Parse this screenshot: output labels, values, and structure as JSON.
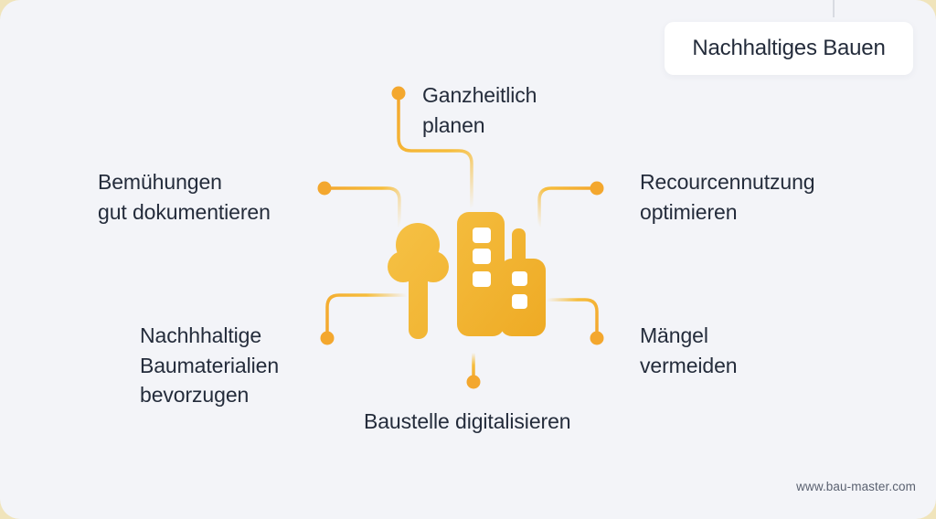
{
  "header": {
    "title": "Nachhaltiges Bauen"
  },
  "diagram": {
    "center_icon": "building-and-tree-icon",
    "labels": {
      "top": "Ganzheitlich\nplanen",
      "left_top": "Bemühungen\ngut dokumentieren",
      "right_top": "Recourcennutzung\noptimieren",
      "left_bottom": "Nachhhaltige\nBaumaterialien\nbevorzugen",
      "right_bottom": "Mängel\nvermeiden",
      "bottom": "Baustelle digitalisieren"
    }
  },
  "footer": {
    "website": "www.bau-master.com"
  },
  "colors": {
    "canvas-bg": "#F0E4BB",
    "panel-bg": "#F3F4F8",
    "text": "#242C3B",
    "muted": "#5A6170",
    "line": "#F6BD3B",
    "dot": "#F3A72E",
    "icon-a": "#F6C246",
    "icon-b": "#EEAA24"
  }
}
